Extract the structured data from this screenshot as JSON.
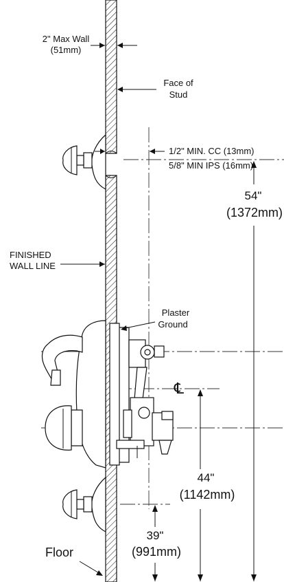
{
  "labels": {
    "max_wall": "2\" Max Wall",
    "max_wall_mm": "(51mm)",
    "face_of": "Face of",
    "stud": "Stud",
    "min_cc": "1/2\" MIN. CC (13mm)",
    "min_ips": "5/8\" MIN IPS (16mm)",
    "finished": "FINISHED",
    "wall_line": "WALL LINE",
    "plaster": "Plaster",
    "ground": "Ground",
    "centerline_symbol": "℄",
    "dim_54": "54\"",
    "dim_54_mm": "(1372mm)",
    "dim_44": "44\"",
    "dim_44_mm": "(1142mm)",
    "dim_39": "39\"",
    "dim_39_mm": "(991mm)",
    "floor": "Floor"
  },
  "colors": {
    "line": "#111111",
    "background": "#ffffff"
  }
}
